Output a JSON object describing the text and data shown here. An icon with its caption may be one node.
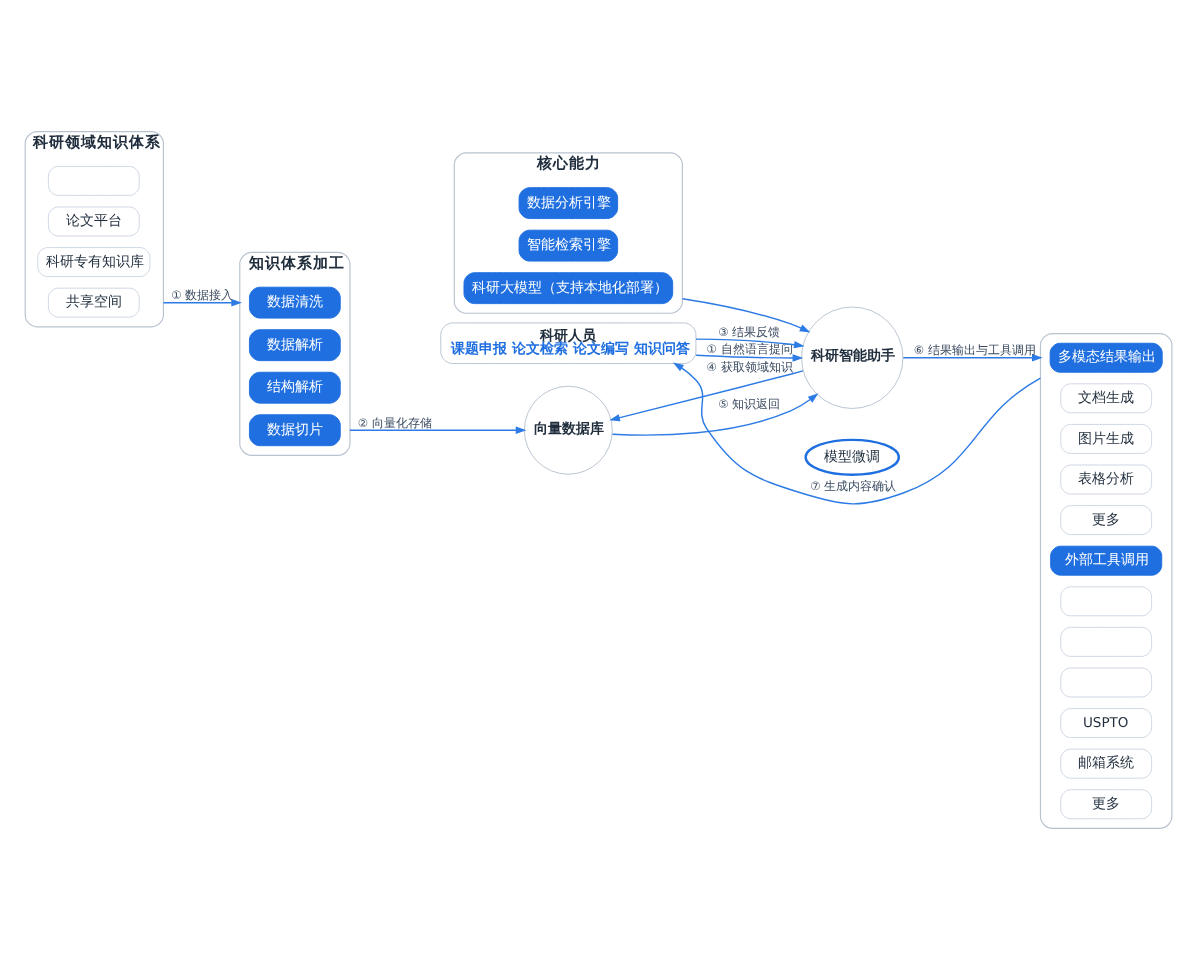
{
  "diagram": {
    "nodes": [
      {
        "text": [
          "科研领域知识体系"
        ]
      },
      {
        "text": [],
        "shape": "box",
        "in": 0
      },
      {
        "text": [
          "论文平台"
        ],
        "in": 0
      },
      {
        "text": [
          "科研专有知识库"
        ],
        "in": 0
      },
      {
        "text": [
          "共享空间"
        ],
        "in": 0
      },
      {
        "text": [
          "知识体系加工"
        ]
      },
      {
        "text": [
          "数据清洗"
        ],
        "in": 5
      },
      {
        "text": [
          "数据解析"
        ],
        "in": 5
      },
      {
        "text": [
          "结构解析"
        ],
        "in": 5
      },
      {
        "text": [
          "数据切片"
        ],
        "in": 5
      },
      {
        "text": [
          "科研人员",
          "课题申报 论文检索 论文编写 知识问答"
        ]
      },
      {
        "text": [
          "向量数据库"
        ]
      },
      {
        "text": [
          "科研智能助手"
        ]
      },
      {
        "text": [
          "模型微调"
        ]
      },
      {
        "text": [],
        "shape": "box"
      },
      {
        "text": [
          "多模态结果输出"
        ],
        "in": 14
      },
      {
        "text": [
          "文档生成"
        ],
        "in": 14
      },
      {
        "text": [
          "图片生成"
        ],
        "in": 14
      },
      {
        "text": [
          "表格分析"
        ],
        "in": 14
      },
      {
        "text": [
          "更多"
        ],
        "in": 14
      },
      {
        "text": [
          "外部工具调用"
        ],
        "in": 14
      },
      {
        "text": [],
        "shape": "box",
        "in": 14
      },
      {
        "text": [],
        "shape": "box",
        "in": 14
      },
      {
        "text": [],
        "shape": "box",
        "in": 14
      },
      {
        "text": [
          "USPTO"
        ],
        "in": 14
      },
      {
        "text": [
          "邮箱系统"
        ],
        "in": 14
      },
      {
        "text": [
          "更多"
        ],
        "in": 14
      },
      {
        "text": [
          "核心能力"
        ]
      },
      {
        "text": [
          "数据分析引擎"
        ],
        "in": 27
      },
      {
        "text": [
          "智能检索引擎"
        ],
        "in": 27
      },
      {
        "text": [
          "科研大模型（支持本地化部署）"
        ],
        "in": 27
      }
    ],
    "edges": [
      {
        "from": 0,
        "to": 5,
        "arrow": "to",
        "label": "① 数据接入"
      },
      {
        "from": 5,
        "to": 11,
        "arrow": "to",
        "label": "② 向量化存储"
      },
      {
        "from": 10,
        "to": 12,
        "arrow": "to",
        "label": "① 自然语言提问"
      },
      {
        "from": 10,
        "to": 12,
        "arrow": "to",
        "label": "③ 结果反馈"
      },
      {
        "from": 12,
        "to": 11,
        "arrow": "to",
        "label": "④ 获取领域知识"
      },
      {
        "from": 11,
        "to": 12,
        "arrow": "to",
        "label": "⑤ 知识返回"
      },
      {
        "from": 12,
        "to": 14,
        "arrow": "to",
        "label": "⑥ 结果输出与工具调用"
      },
      {
        "from": 14,
        "to": 10,
        "arrow": "to",
        "label": "⑦ 生成内容确认"
      },
      {
        "from": 27,
        "to": 12,
        "arrow": "to"
      }
    ]
  }
}
